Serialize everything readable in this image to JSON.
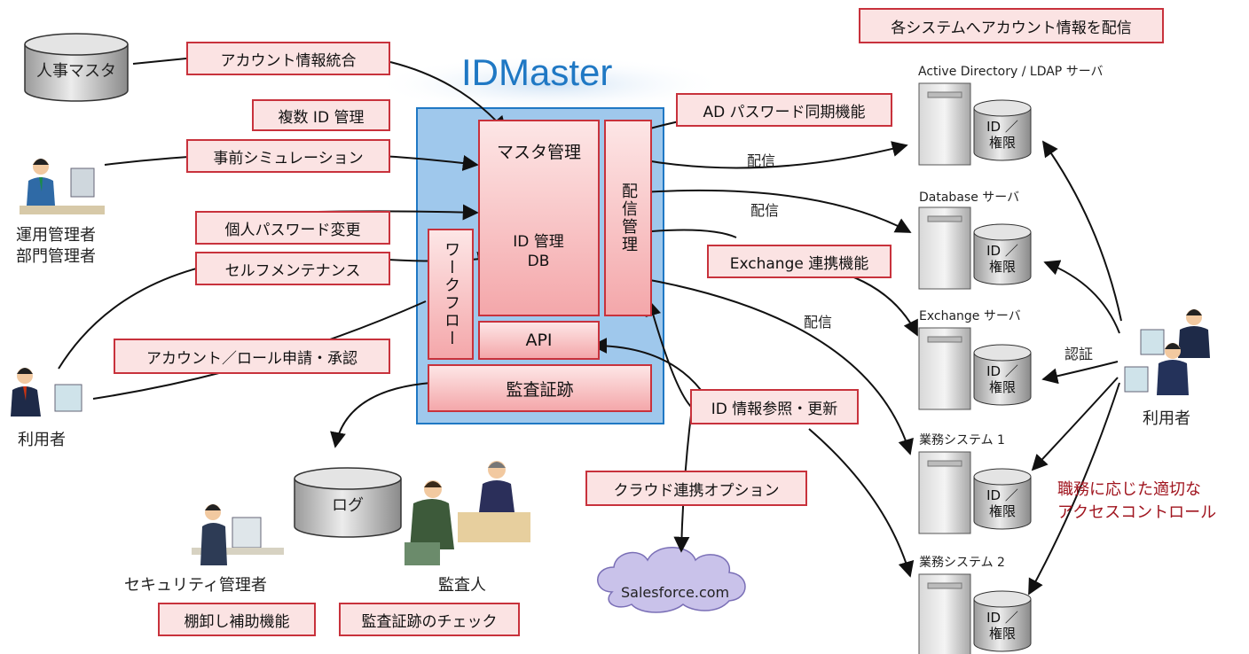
{
  "title": "IDMaster",
  "colors": {
    "accent": "#1f78c4",
    "label_border": "#c8323c",
    "label_fill": "#fbe3e3",
    "panel": "#9fc8ec",
    "red_text": "#a0141e"
  },
  "features": {
    "account_integration": "アカウント情報統合",
    "multi_id": "複数 ID 管理",
    "pre_simulation": "事前シミュレーション",
    "password_change": "個人パスワード変更",
    "self_maintenance": "セルフメンテナンス",
    "account_request": "アカウント／ロール申請・承認",
    "ad_password_sync": "AD パスワード同期機能",
    "exchange_link": "Exchange 連携機能",
    "id_reference": "ID 情報参照・更新",
    "cloud_option": "クラウド連携オプション",
    "inventory_aid": "棚卸し補助機能",
    "audit_check": "監査証跡のチェック",
    "distribute_all": "各システムへアカウント情報を配信"
  },
  "core": {
    "master_mgmt": "マスタ管理",
    "distribution_mgmt": "配信管理",
    "workflow": "ワークフロー",
    "db_line1": "ID 管理",
    "db_line2": "DB",
    "api": "API",
    "audit_trail": "監査証跡"
  },
  "left": {
    "hr_master": "人事マスタ",
    "operator_line1": "運用管理者",
    "operator_line2": "部門管理者",
    "user": "利用者",
    "security_admin": "セキュリティ管理者",
    "log": "ログ",
    "auditor": "監査人",
    "salesforce": "Salesforce.com"
  },
  "servers": [
    {
      "name": "Active Directory / LDAP サーバ"
    },
    {
      "name": "Database サーバ"
    },
    {
      "name": "Exchange サーバ"
    },
    {
      "name": "業務システム 1"
    },
    {
      "name": "業務システム 2"
    }
  ],
  "server_db": {
    "line1": "ID ／",
    "line2": "権限"
  },
  "flow": {
    "distribute": "配信",
    "auth": "認証"
  },
  "right_user": "利用者",
  "access_control": {
    "line1": "職務に応じた適切な",
    "line2": "アクセスコントロール"
  }
}
